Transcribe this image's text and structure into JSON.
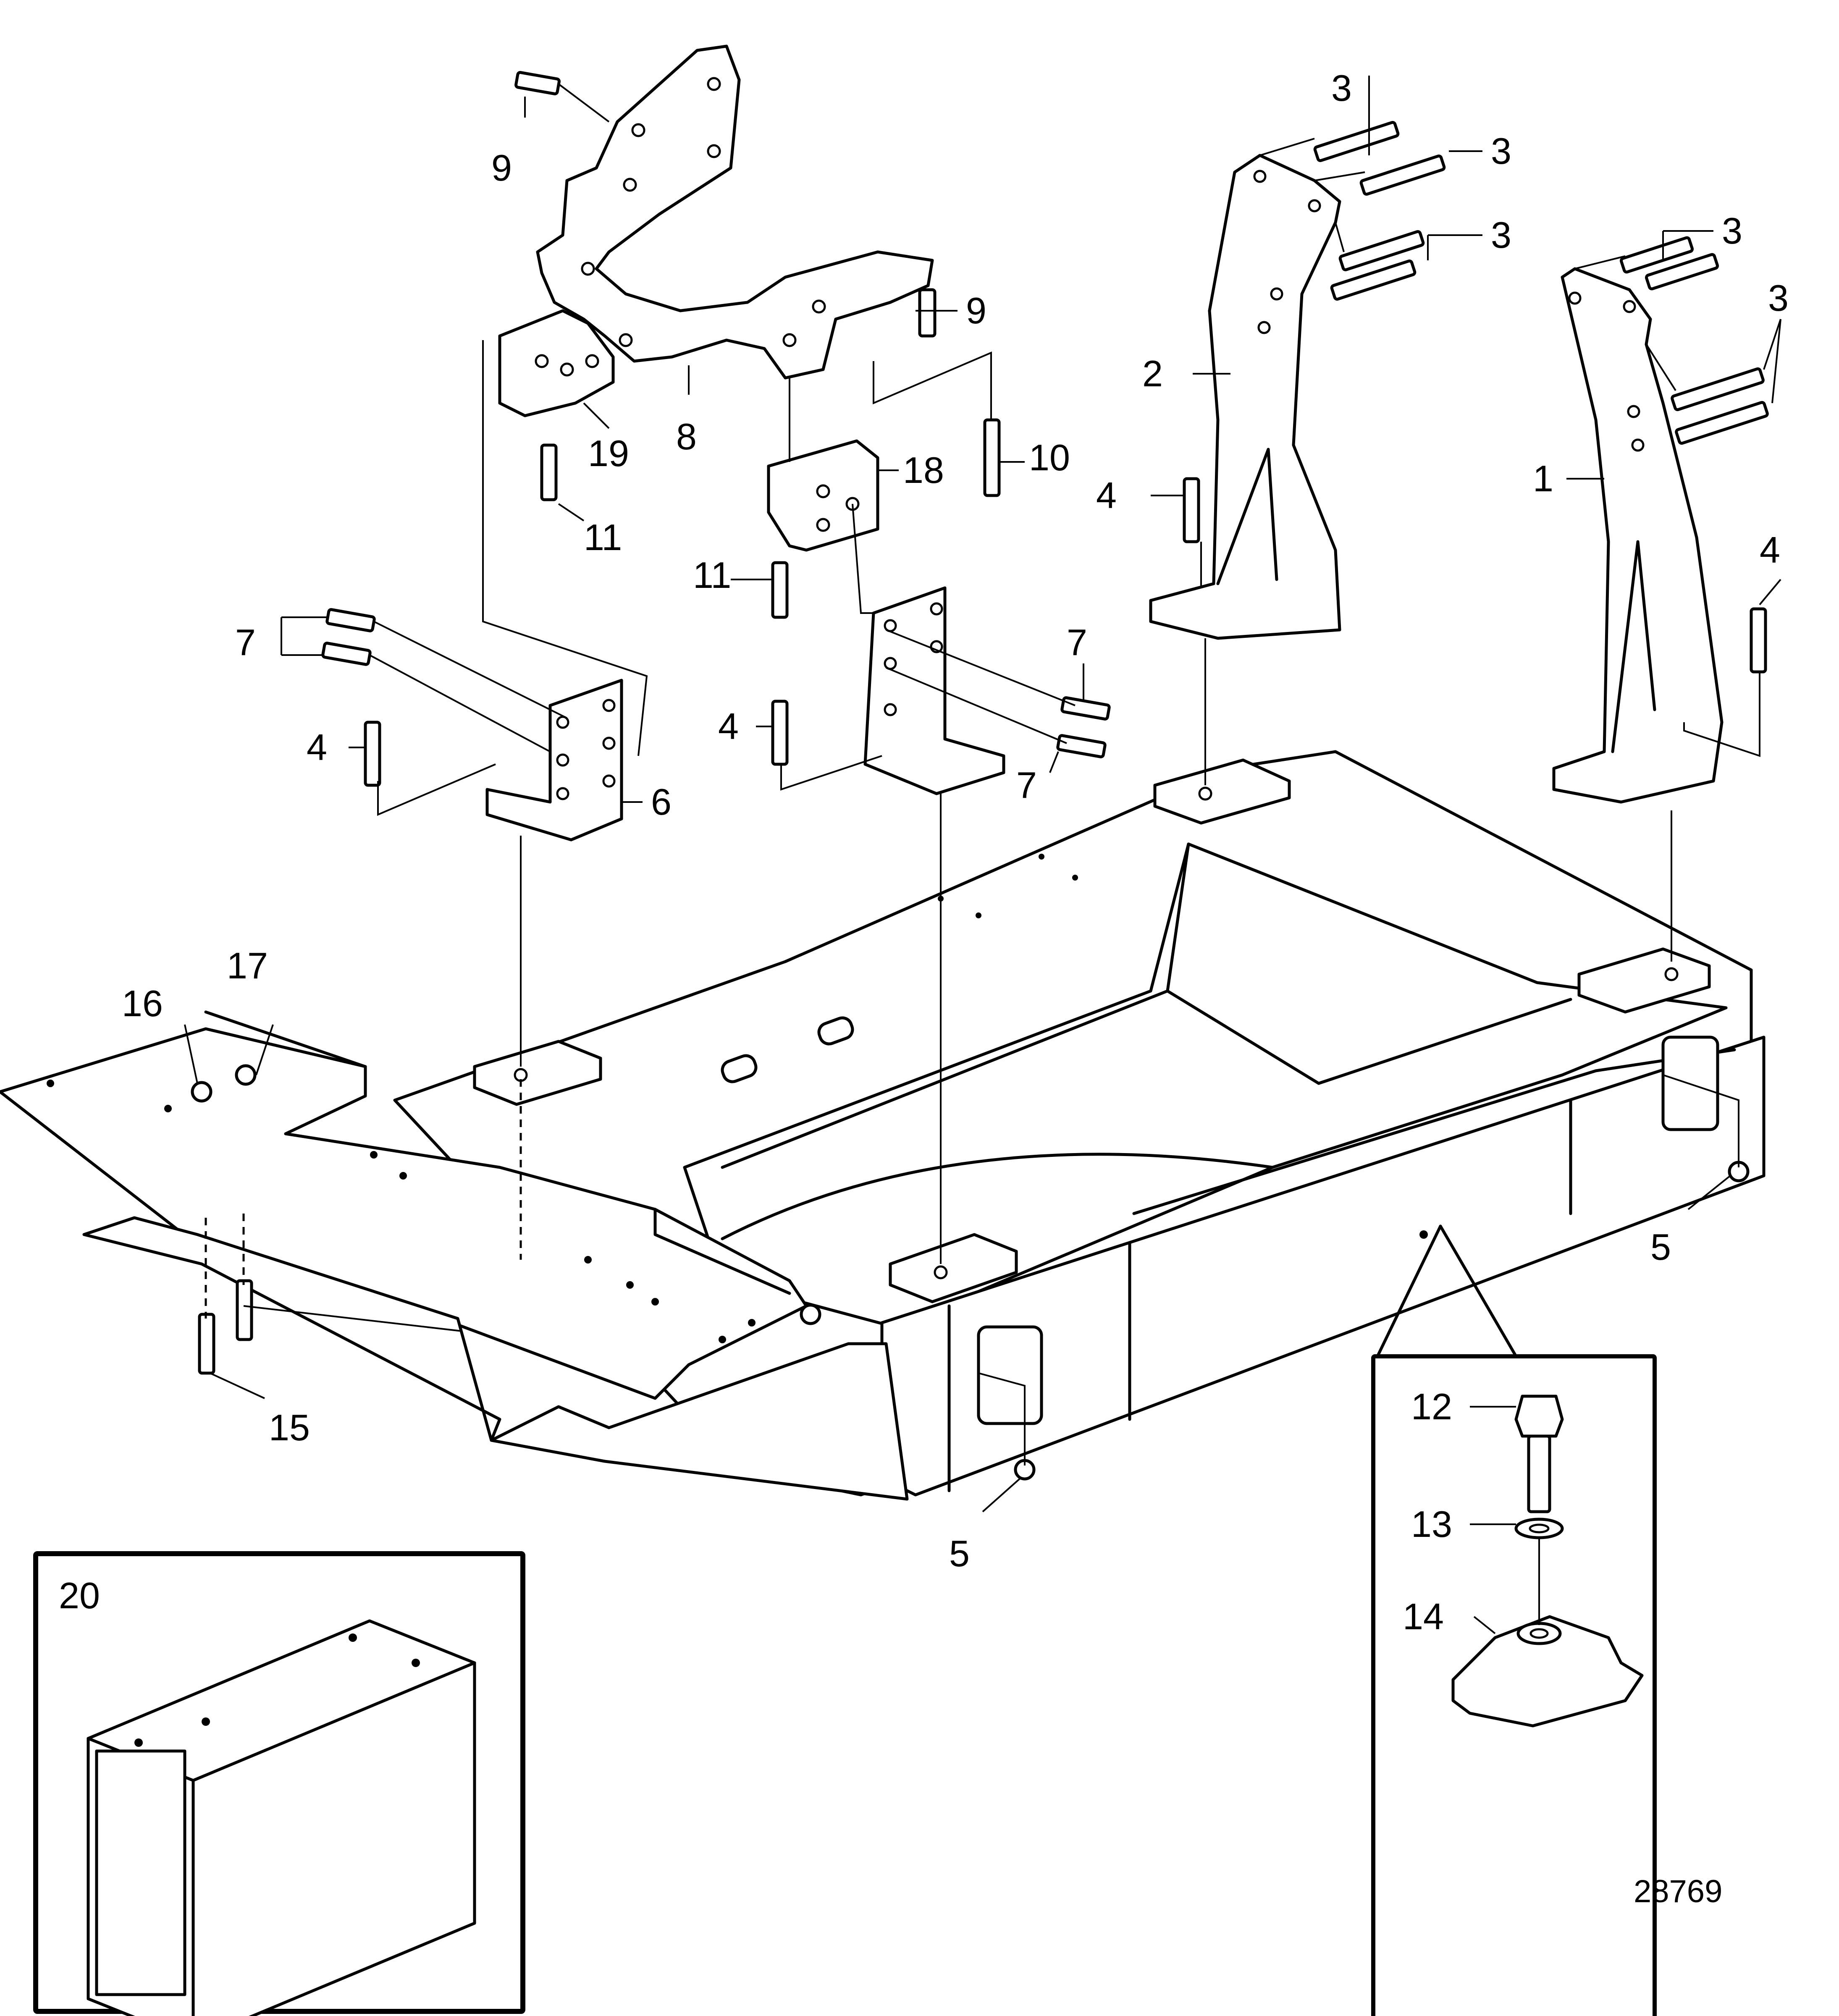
{
  "figure_number": "28769",
  "callouts": [
    {
      "id": "c1",
      "text": "1"
    },
    {
      "id": "c2",
      "text": "2"
    },
    {
      "id": "c3a",
      "text": "3"
    },
    {
      "id": "c3b",
      "text": "3"
    },
    {
      "id": "c3c",
      "text": "3"
    },
    {
      "id": "c3d",
      "text": "3"
    },
    {
      "id": "c3e",
      "text": "3"
    },
    {
      "id": "c4a",
      "text": "4"
    },
    {
      "id": "c4b",
      "text": "4"
    },
    {
      "id": "c4c",
      "text": "4"
    },
    {
      "id": "c4d",
      "text": "4"
    },
    {
      "id": "c5a",
      "text": "5"
    },
    {
      "id": "c5b",
      "text": "5"
    },
    {
      "id": "c6",
      "text": "6"
    },
    {
      "id": "c7a",
      "text": "7"
    },
    {
      "id": "c7b",
      "text": "7"
    },
    {
      "id": "c7c",
      "text": "7"
    },
    {
      "id": "c8",
      "text": "8"
    },
    {
      "id": "c9a",
      "text": "9"
    },
    {
      "id": "c9b",
      "text": "9"
    },
    {
      "id": "c10",
      "text": "10"
    },
    {
      "id": "c11a",
      "text": "11"
    },
    {
      "id": "c11b",
      "text": "11"
    },
    {
      "id": "c12",
      "text": "12"
    },
    {
      "id": "c13",
      "text": "13"
    },
    {
      "id": "c14",
      "text": "14"
    },
    {
      "id": "c15",
      "text": "15"
    },
    {
      "id": "c16",
      "text": "16"
    },
    {
      "id": "c17",
      "text": "17"
    },
    {
      "id": "c18",
      "text": "18"
    },
    {
      "id": "c19",
      "text": "19"
    },
    {
      "id": "c20",
      "text": "20"
    }
  ]
}
